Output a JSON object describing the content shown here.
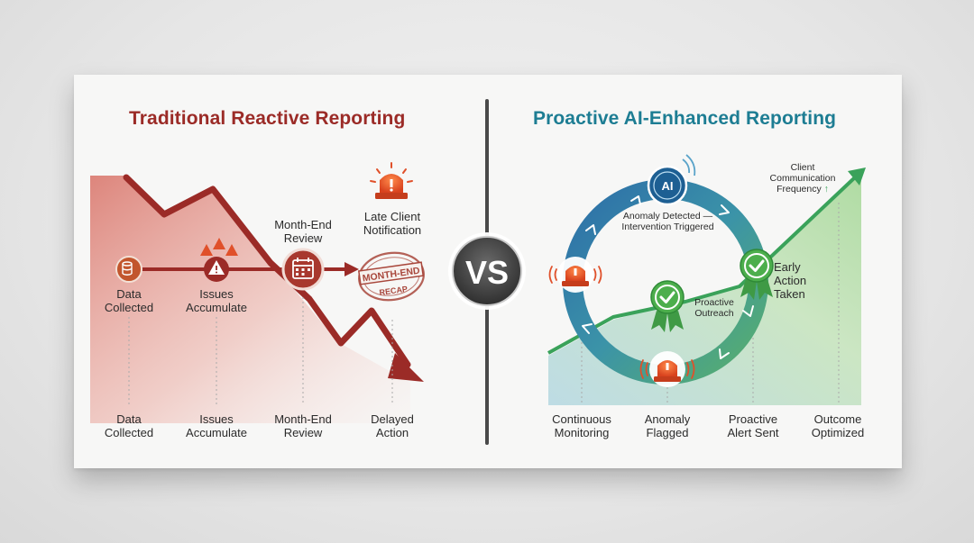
{
  "left_panel": {
    "title": "Traditional Reactive Reporting",
    "nodes": {
      "data_collected": "Data Collected",
      "issues_accumulate": "Issues Accumulate",
      "month_end_review": "Month-End Review",
      "late_client_notification": "Late Client Notification",
      "stamp_text_top": "MONTH-END",
      "stamp_text_bottom": "RECAP"
    },
    "timeline": [
      "Data Collected",
      "Issues Accumulate",
      "Month-End Review",
      "Delayed Action"
    ]
  },
  "divider": {
    "label": "VS"
  },
  "right_panel": {
    "title": "Proactive AI-Enhanced Reporting",
    "ai_badge": "AI",
    "cycle_label": "Anomaly Detected — Intervention Triggered",
    "proactive_outreach": "Proactive Outreach",
    "early_action": "Early Action Taken",
    "trend_label": "Client Communication Frequency",
    "trend_arrow": "↑",
    "timeline": [
      "Continuous Monitoring",
      "Anomaly Flagged",
      "Proactive Alert Sent",
      "Outcome Optimized"
    ]
  },
  "colors": {
    "red_accent": "#9b2b27",
    "alert_orange": "#e0502a",
    "teal_accent": "#1d7d93",
    "blue_cycle": "#2f78ad",
    "green_trend": "#5fb74a"
  },
  "icons": [
    "database-icon",
    "warning-icon",
    "calendar-icon",
    "alarm-siren-icon",
    "ai-brain-icon",
    "checkmark-badge-icon"
  ]
}
